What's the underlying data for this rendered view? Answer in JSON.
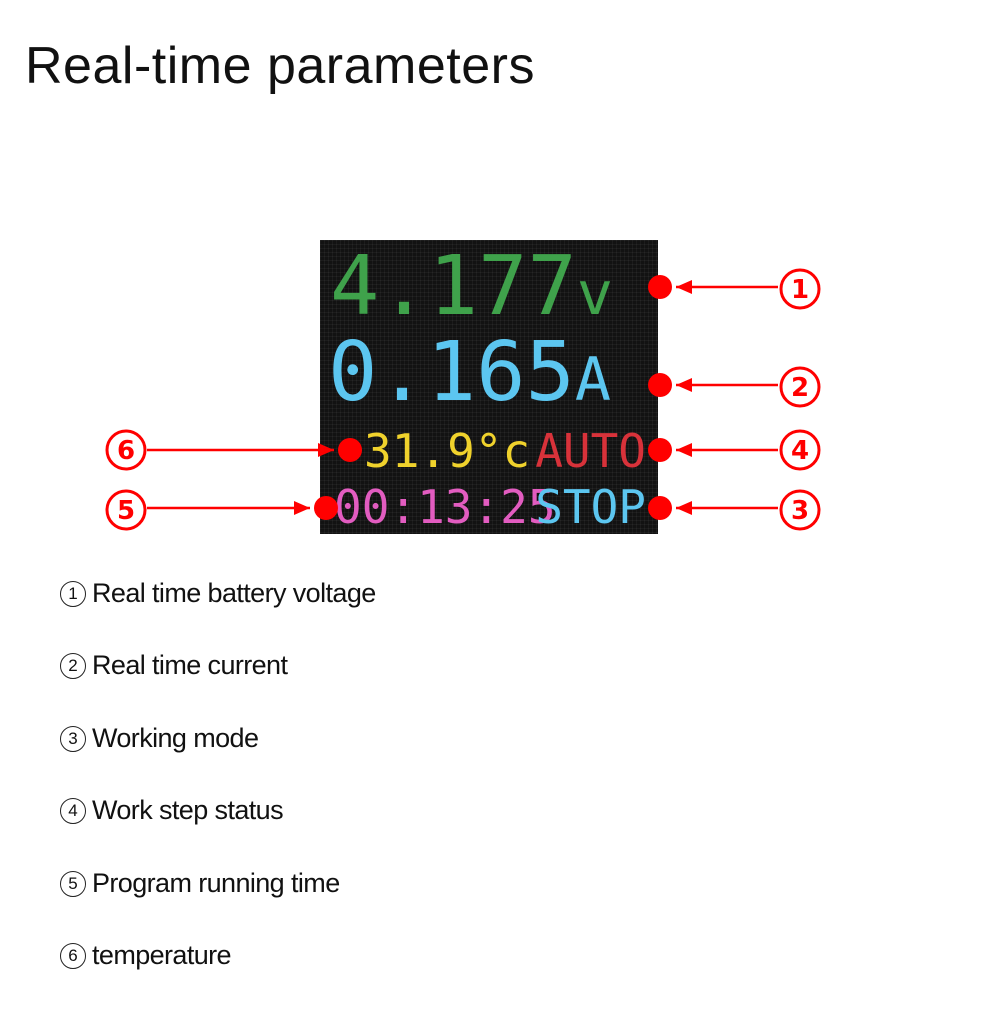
{
  "title": "Real-time parameters",
  "display": {
    "voltage": {
      "value": "4.177",
      "unit": "v",
      "color": "#3fa24b"
    },
    "current": {
      "value": "0.165",
      "unit": "A",
      "color": "#5cc6f0"
    },
    "temperature": {
      "value": "31.9",
      "unit": "°c",
      "color": "#f0d22c"
    },
    "step_status": {
      "value": "AUTO",
      "color": "#d8323a"
    },
    "running_time": {
      "value": "00:13:25",
      "color": "#e25cc0"
    },
    "mode": {
      "value": "STOP",
      "color": "#5cc6f0"
    }
  },
  "markers": {
    "color": "#ff0000",
    "labels": [
      "1",
      "2",
      "3",
      "4",
      "5",
      "6"
    ]
  },
  "legend": [
    {
      "num": "1",
      "text": "Real time battery voltage"
    },
    {
      "num": "2",
      "text": "Real time current"
    },
    {
      "num": "3",
      "text": "Working mode"
    },
    {
      "num": "4",
      "text": "Work step status"
    },
    {
      "num": "5",
      "text": "Program running time"
    },
    {
      "num": "6",
      "text": "temperature"
    }
  ]
}
